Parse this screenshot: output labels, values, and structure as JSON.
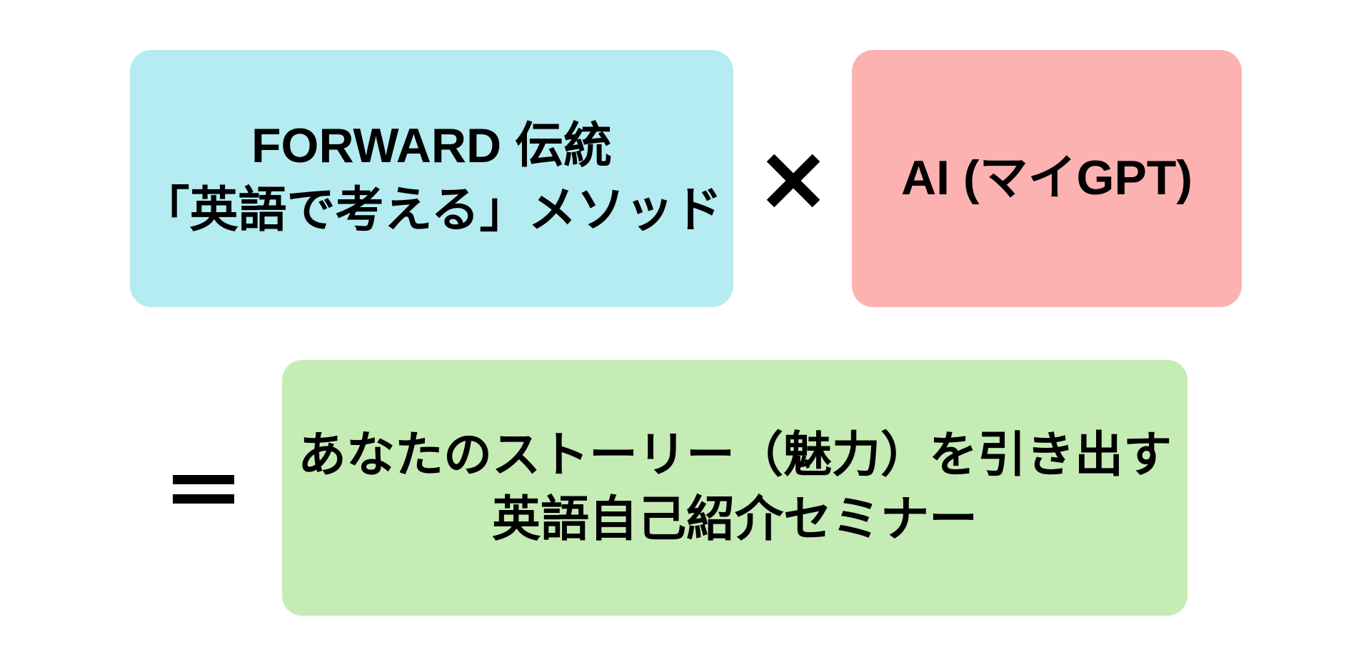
{
  "canvas": {
    "background_color": "#ffffff",
    "text_color": "#000000"
  },
  "formula": {
    "method_box": {
      "line1": "FORWARD 伝統",
      "line2": "「英語で考える」メソッド",
      "bg_color": "#b4ecf1"
    },
    "multiply_operator": "×",
    "ai_box": {
      "label": "AI (マイGPT)",
      "bg_color": "#fcb2b1"
    },
    "equals_operator": "=",
    "result_box": {
      "line1": "あなたのストーリー（魅力）を引き出す",
      "line2": "英語自己紹介セミナー",
      "bg_color": "#c6ecb5"
    }
  }
}
